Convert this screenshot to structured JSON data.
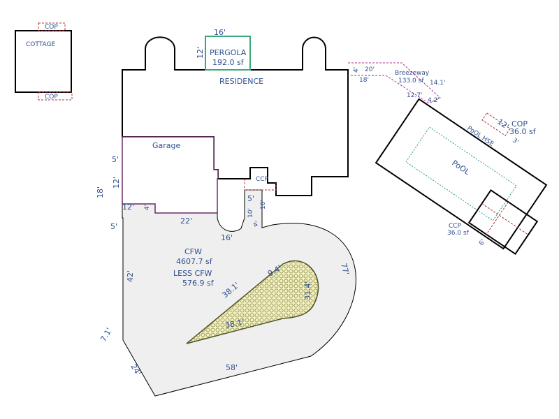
{
  "labels": {
    "cottage": "COTTAGE",
    "cop": "COP",
    "residence": "RESIDENCE",
    "pergola": "PERGOLA",
    "pergola_area": "192.0 sf",
    "garage": "Garage",
    "ccp": "CCP",
    "breezeway": "Breezeway",
    "breezeway_area": "133.0 sf",
    "pool_house": "PoOL HSE",
    "pool": "PoOL",
    "cop_area": "36.0 sf",
    "ccp_area": "36.0 sf",
    "cfw": "CFW",
    "cfw_area": "4607.7 sf",
    "less_cfw": "LESS CFW",
    "less_cfw_area": "576.9 sf"
  },
  "dimensions": {
    "pergola_w": "16'",
    "pergola_h": "12'",
    "bw_4": "4'",
    "bw_20": "20'",
    "bw_18": "18'",
    "bw_12_7": "12.7'",
    "bw_14_1": "14.1'",
    "bw_4_2": "4.2'",
    "cop_12": "12'",
    "cop_3": "3'",
    "ccp_6": "6'",
    "g_5a": "5'",
    "g_12v": "12'",
    "g_18": "18'",
    "g_12h": "12'",
    "g_4": "4'",
    "g_5b": "5'",
    "g_22": "22'",
    "g_16": "16'",
    "c_5": "5'",
    "c_10a": "10'",
    "c_10b": "10'",
    "c_4": "4'",
    "p_42": "42'",
    "p_7_1": "7.1'",
    "p_24": "24'",
    "p_58": "58'",
    "p_77": "77'",
    "t_38a": "38.1'",
    "t_38b": "38.1'",
    "t_9_4": "9.4'",
    "t_31_4": "31.4'"
  }
}
